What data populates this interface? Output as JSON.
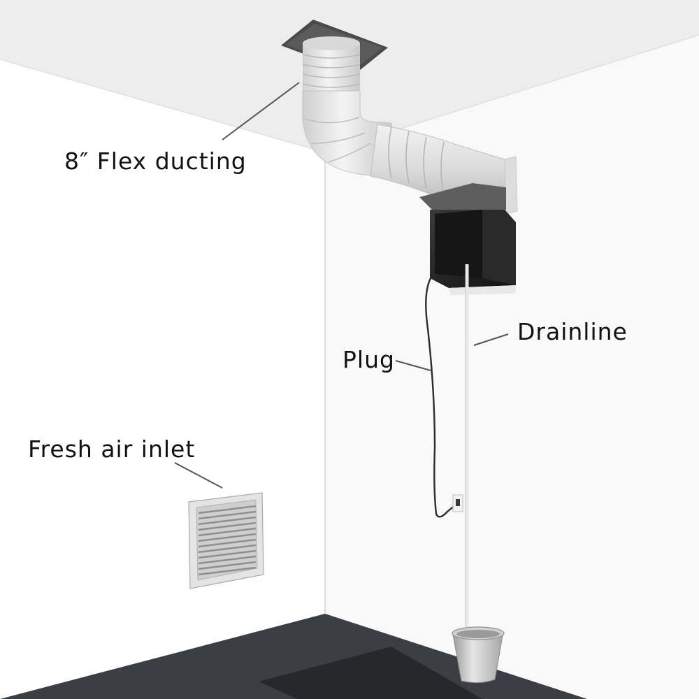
{
  "diagram": {
    "labels": {
      "flex_ducting": "8″ Flex ducting",
      "drainline": "Drainline",
      "plug": "Plug",
      "fresh_air_inlet": "Fresh air inlet"
    },
    "colors": {
      "ceiling": "#ededed",
      "left_wall": "#ffffff",
      "right_wall": "#f8f8f8",
      "floor": "#3a3d42",
      "floor_mat": "#27292c",
      "duct": "#e2e2e2",
      "unit_body": "#1e1e1e",
      "leader_line": "#555555"
    }
  }
}
